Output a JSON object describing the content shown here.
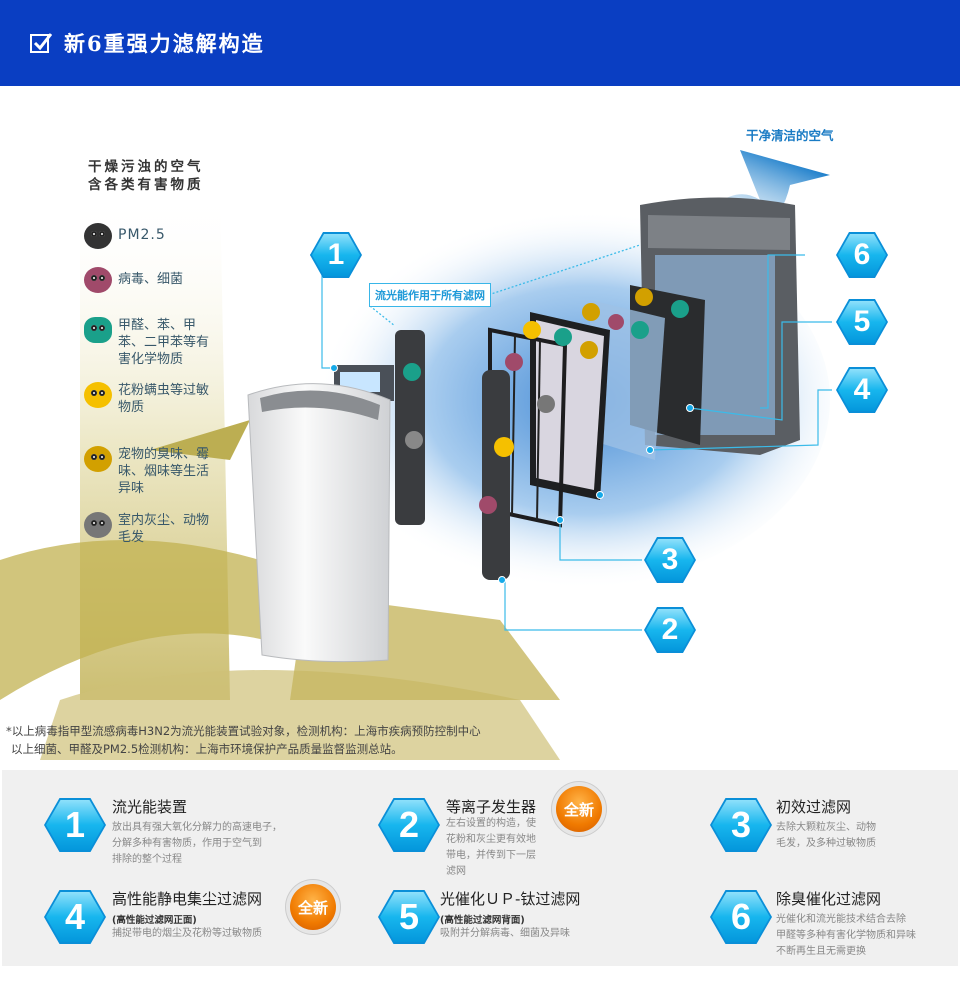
{
  "header": {
    "title": "新6重强力滤解构造",
    "icon": "checkbox-icon",
    "color": "#0a3ec2"
  },
  "legend": {
    "title_line1": "干燥污浊的空气",
    "title_line2": "含各类有害物质",
    "items": [
      {
        "label": "PM2.5",
        "color": "#333333"
      },
      {
        "label": "病毒、细菌",
        "color": "#a04a6a"
      },
      {
        "label": "甲醛、苯、甲苯、二甲苯等有害化学物质",
        "color": "#1aa08a"
      },
      {
        "label": "花粉螨虫等过敏物质",
        "color": "#f5c000"
      },
      {
        "label": "宠物的臭味、霉味、烟味等生活异味",
        "color": "#d2a000"
      },
      {
        "label": "室内灰尘、动物毛发",
        "color": "#777777"
      }
    ]
  },
  "diagram": {
    "clean_air_label": "干净清洁的空气",
    "callout": "流光能作用于所有滤网",
    "markers": [
      "1",
      "6",
      "5",
      "4",
      "3",
      "2"
    ]
  },
  "note": {
    "line1": "*以上病毒指甲型流感病毒H3N2为流光能装置试验对象，检测机构：上海市疾病预防控制中心",
    "line2": "以上细菌、甲醛及PM2.5检测机构：上海市环境保护产品质量监督监测总站。"
  },
  "features": [
    {
      "num": "1",
      "title": "流光能装置",
      "desc": [
        "放出具有强大氧化分解力的高速电子，",
        "分解多种有害物质，作用于空气到",
        "排除的整个过程"
      ]
    },
    {
      "num": "2",
      "title": "等离子发生器",
      "badge": "全新",
      "desc": [
        "左右设置的构造，使",
        "花粉和灰尘更有效地",
        "带电，并传到下一层",
        "滤网"
      ]
    },
    {
      "num": "3",
      "title": "初效过滤网",
      "desc": [
        "去除大颗粒灰尘、动物",
        "毛发，及多种过敏物质"
      ]
    },
    {
      "num": "4",
      "title": "高性能静电集尘过滤网",
      "badge": "全新",
      "sub": "(高性能过滤网正面)",
      "desc": [
        "捕捉带电的烟尘及花粉等过敏物质"
      ]
    },
    {
      "num": "5",
      "title": "光催化ＵＰ-钛过滤网",
      "sub": "(高性能过滤网背面)",
      "desc": [
        "吸附并分解病毒、细菌及异味"
      ]
    },
    {
      "num": "6",
      "title": "除臭催化过滤网",
      "desc": [
        "光催化和流光能技术结合去除",
        "甲醛等多种有害化学物质和异味",
        "不断再生且无需更换"
      ]
    }
  ]
}
